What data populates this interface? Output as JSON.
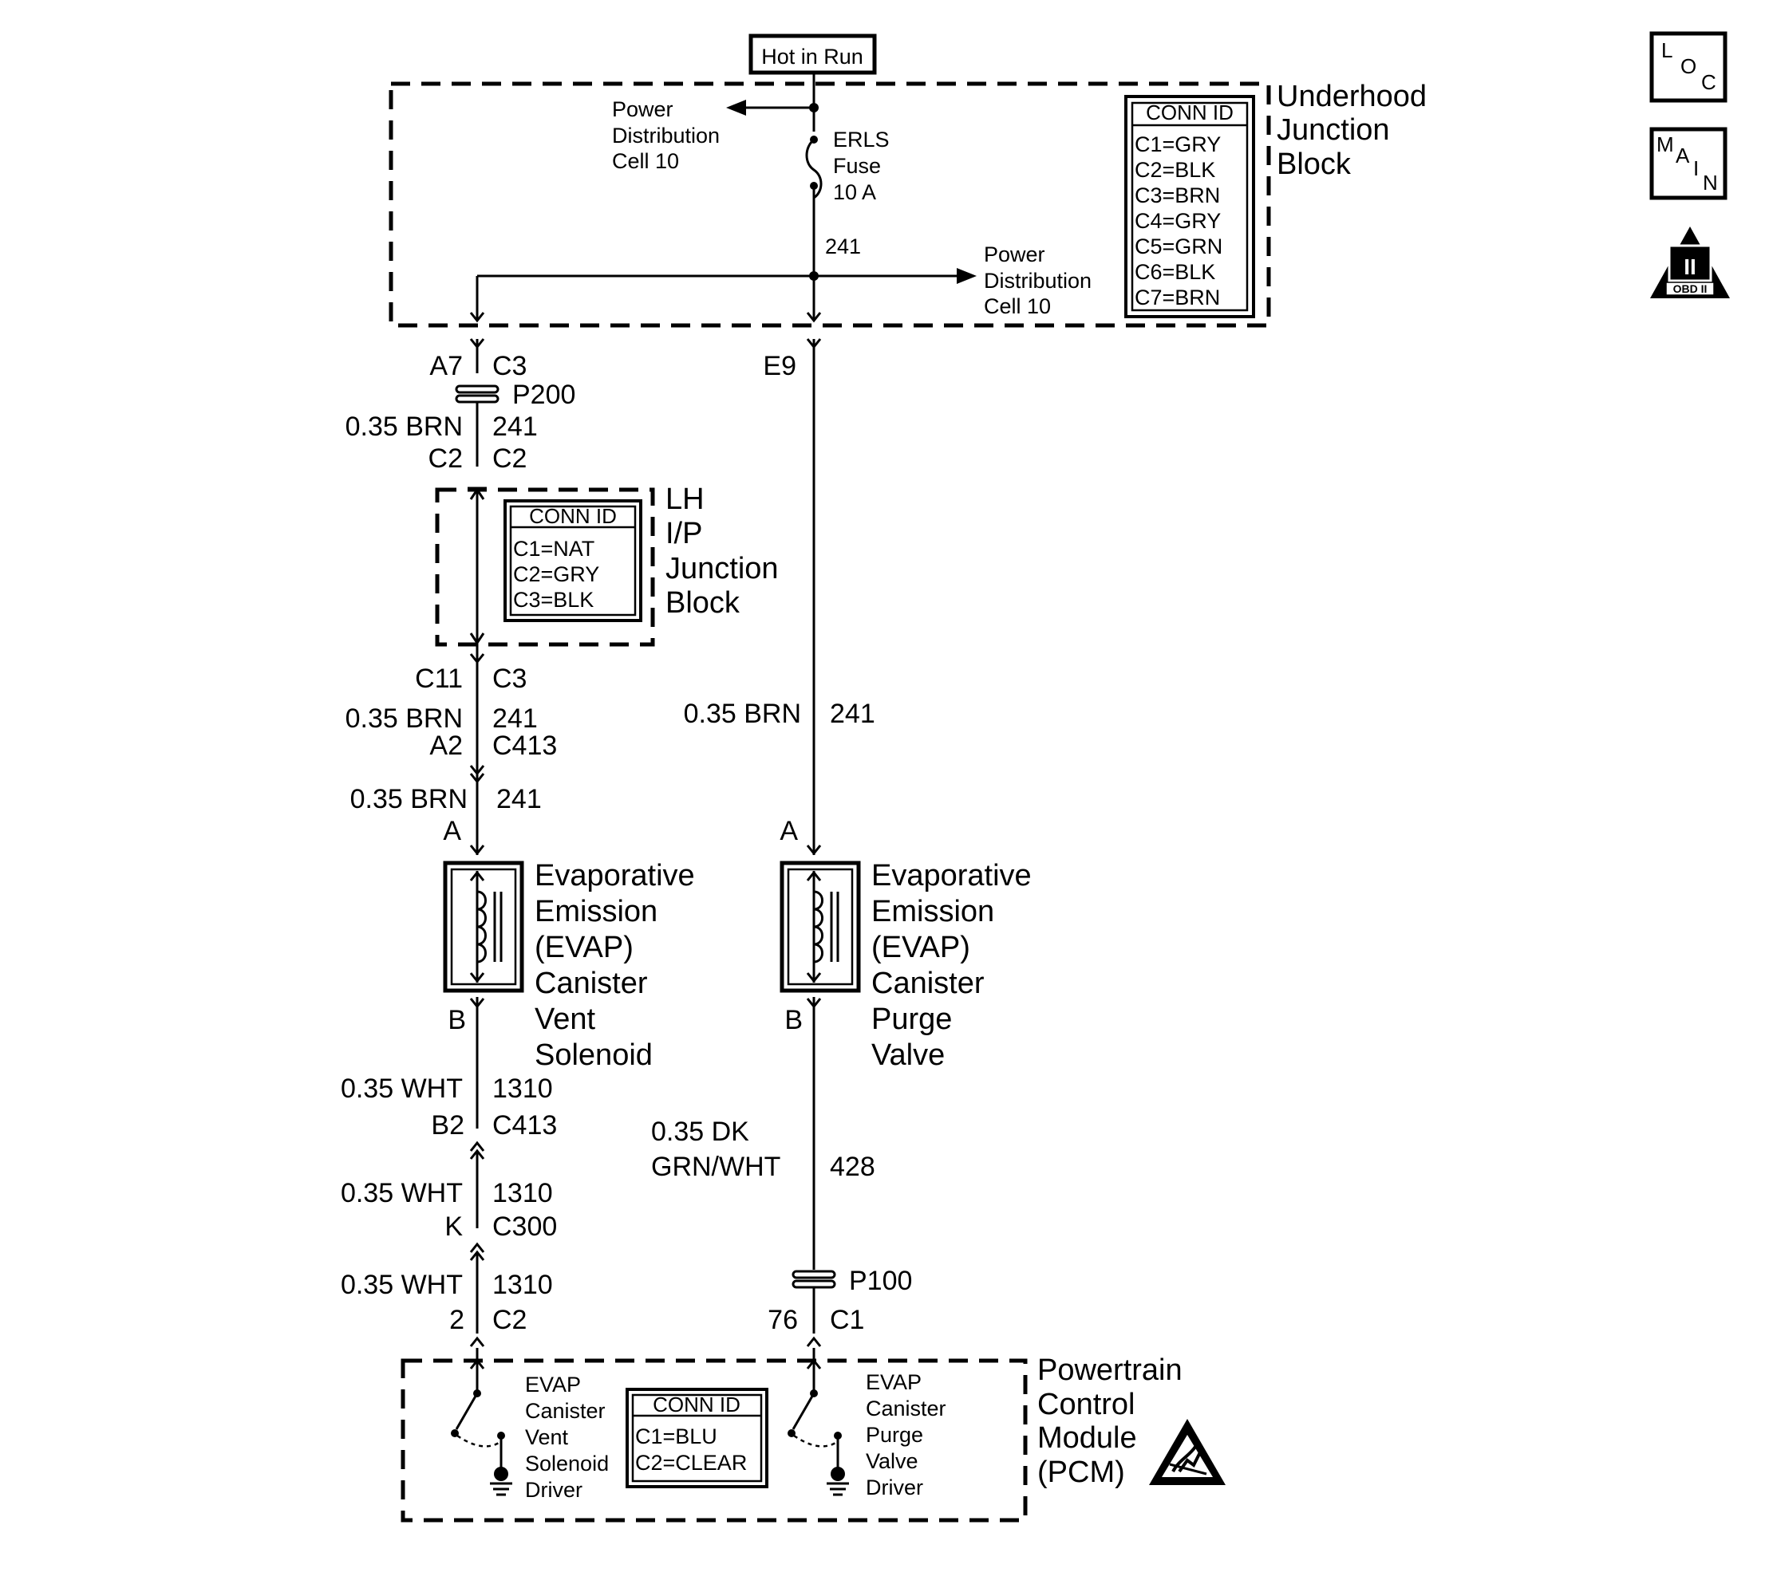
{
  "source_label": "Hot in Run",
  "underhood": {
    "title": [
      "Underhood",
      "Junction",
      "Block"
    ],
    "conn_id": {
      "heading": "CONN ID",
      "rows": [
        "C1=GRY",
        "C2=BLK",
        "C3=BRN",
        "C4=GRY",
        "C5=GRN",
        "C6=BLK",
        "C7=BRN"
      ]
    },
    "power_dist_top": [
      "Power",
      "Distribution",
      "Cell 10"
    ],
    "power_dist_right": [
      "Power",
      "Distribution",
      "Cell 10"
    ],
    "fuse": [
      "ERLS",
      "Fuse",
      "10 A"
    ],
    "circuit": "241"
  },
  "lh_ip": {
    "title": [
      "LH",
      "I/P",
      "Junction",
      "Block"
    ],
    "conn_id": {
      "heading": "CONN ID",
      "rows": [
        "C1=NAT",
        "C2=GRY",
        "C3=BLK"
      ]
    }
  },
  "left_path": {
    "a7": "A7",
    "c3_top": "C3",
    "p200": "P200",
    "wire1": "0.35 BRN",
    "circ1": "241",
    "c2l": "C2",
    "c2r": "C2",
    "c11": "C11",
    "c3": "C3",
    "wire2": "0.35 BRN",
    "circ2": "241",
    "a2": "A2",
    "c413": "C413",
    "wire3": "0.35 BRN",
    "circ3": "241",
    "pin_a": "A",
    "pin_b": "B",
    "device": [
      "Evaporative",
      "Emission",
      "(EVAP)",
      "Canister",
      "Vent",
      "Solenoid"
    ],
    "wire4": "0.35 WHT",
    "circ4": "1310",
    "b2": "B2",
    "c413b": "C413",
    "wire5": "0.35 WHT",
    "circ5": "1310",
    "k": "K",
    "c300": "C300",
    "wire6": "0.35 WHT",
    "circ6": "1310",
    "pin2": "2",
    "c2": "C2"
  },
  "right_path": {
    "e9": "E9",
    "wire1": "0.35 BRN",
    "circ1": "241",
    "pin_a": "A",
    "pin_b": "B",
    "device": [
      "Evaporative",
      "Emission",
      "(EVAP)",
      "Canister",
      "Purge",
      "Valve"
    ],
    "wire2": [
      "0.35 DK",
      "GRN/WHT"
    ],
    "circ2": "428",
    "p100": "P100",
    "pin76": "76",
    "c1": "C1"
  },
  "pcm": {
    "title": [
      "Powertrain",
      "Control",
      "Module",
      "(PCM)"
    ],
    "vent_driver": [
      "EVAP",
      "Canister",
      "Vent",
      "Solenoid",
      "Driver"
    ],
    "purge_driver": [
      "EVAP",
      "Canister",
      "Purge",
      "Valve",
      "Driver"
    ],
    "conn_id": {
      "heading": "CONN ID",
      "rows": [
        "C1=BLU",
        "C2=CLEAR"
      ]
    }
  },
  "icons": {
    "loc": {
      "letters": [
        "L",
        "O",
        "C"
      ]
    },
    "main": {
      "letters": [
        "M",
        "A",
        "I",
        "N"
      ]
    },
    "obd": {
      "roman": "II",
      "label": "OBD II"
    }
  }
}
